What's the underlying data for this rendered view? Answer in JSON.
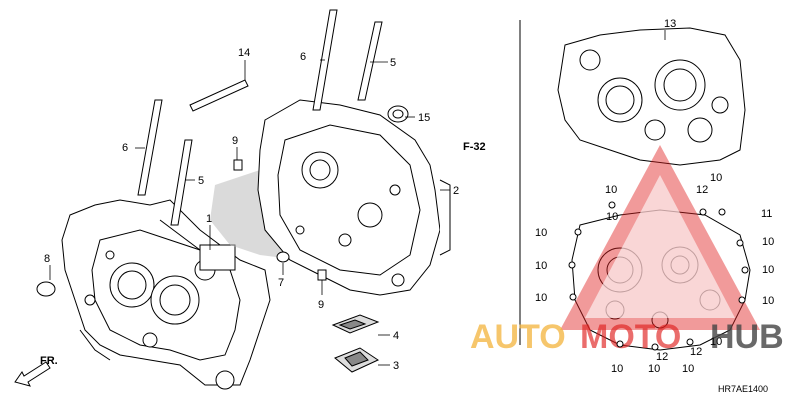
{
  "diagram": {
    "code": "HR7AE1400",
    "ref_label": "F-32",
    "fr_label": "FR.",
    "callouts": {
      "c1": "1",
      "c2": "2",
      "c3": "3",
      "c4": "4",
      "c5a": "5",
      "c5b": "5",
      "c6a": "6",
      "c6b": "6",
      "c8": "8",
      "c7": "7",
      "c9a": "9",
      "c9b": "9",
      "c14": "14",
      "c15": "15",
      "c13": "13",
      "c11": "11",
      "c12a": "12",
      "c12b": "12",
      "c12c": "12",
      "c10": [
        "10",
        "10",
        "10",
        "10",
        "10",
        "10",
        "10",
        "10",
        "10",
        "10",
        "10",
        "10",
        "10"
      ]
    }
  },
  "watermark": {
    "text_a": "AUTO",
    "text_b": "MOTO",
    "text_c": "HUB",
    "color_a": "#f4b43c",
    "color_b": "#e0201f",
    "color_c": "#444444"
  }
}
